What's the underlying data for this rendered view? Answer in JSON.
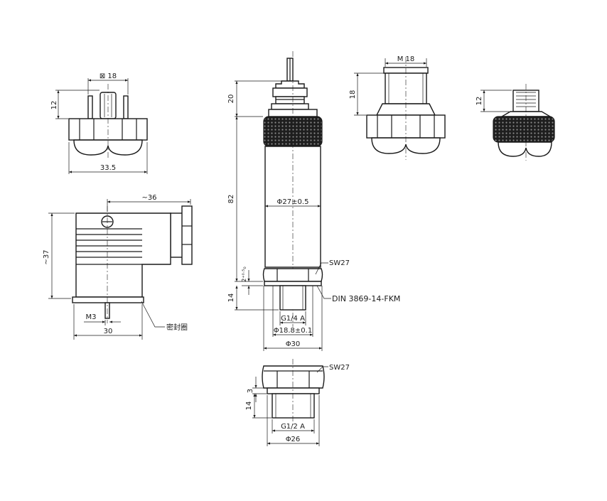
{
  "labels": {
    "d_18_square": "⊠ 18",
    "d_12_top": "12",
    "d_33_5": "33.5",
    "d_36": "~36",
    "d_37": "~37",
    "d_m3": "M3",
    "d_30": "30",
    "seal_ring": "密封圈",
    "d_20": "20",
    "d_82": "82",
    "d_14_main": "14",
    "d_2_tol": "2⁺⁰·⁵₀",
    "d_phi27": "Φ27±0.5",
    "sw27_main": "SW27",
    "din": "DIN 3869-14-FKM",
    "g14": "G1/4 A",
    "phi18_8": "Φ18.8±0.1",
    "phi30": "Φ30",
    "m18": "M 18",
    "d_18_side": "18",
    "d_12_right": "12",
    "sw27_bottom": "SW27",
    "d_3_bottom": "3",
    "d_14_bottom": "14",
    "g12": "G1/2 A",
    "phi26": "Φ26"
  },
  "colors": {
    "line": "#1a1a1a",
    "knurl": "#1e1e1e",
    "background": "#ffffff"
  }
}
